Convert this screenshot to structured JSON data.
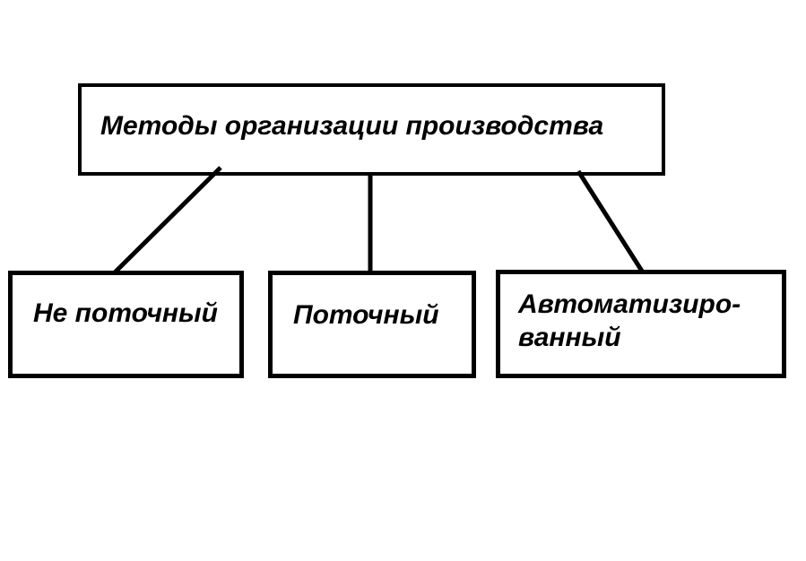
{
  "diagram": {
    "root_box": {
      "label": "Методы организации производства"
    },
    "children": [
      {
        "label": "Не поточный"
      },
      {
        "label": "Поточный"
      },
      {
        "label": "Автоматизиро-\nванный"
      }
    ],
    "colors": {
      "stroke": "#000000",
      "text": "#000000",
      "background": "#ffffff",
      "box_fill": "#ffffff"
    }
  }
}
